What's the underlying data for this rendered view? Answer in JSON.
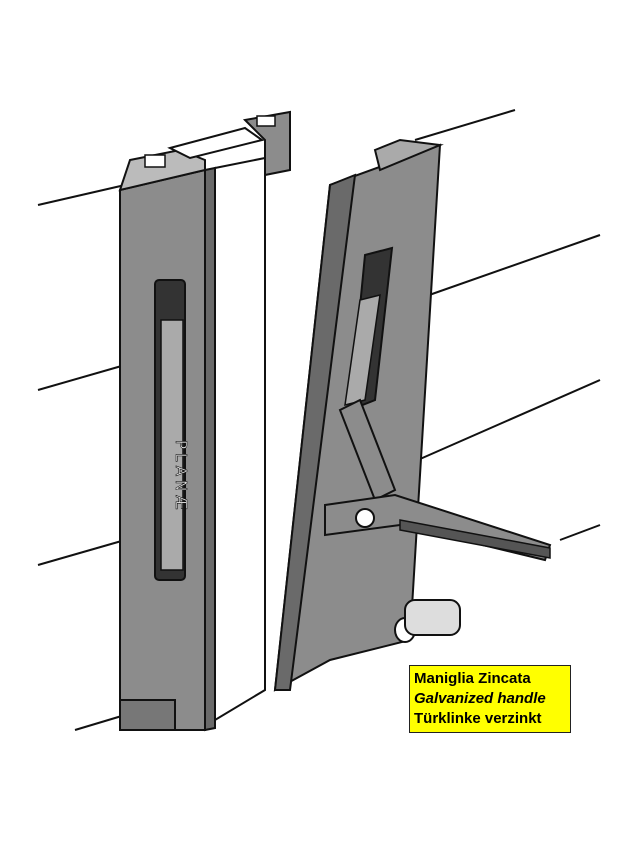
{
  "illustration": {
    "brand_engraving": "PLANÆ"
  },
  "caption": {
    "line_it": "Maniglia Zincata",
    "line_en": "Galvanized handle",
    "line_de": "Türklinke verzinkt"
  },
  "colors": {
    "caption_bg": "#ffff00",
    "metal_gray": "#8c8c8c",
    "outline": "#111111"
  }
}
